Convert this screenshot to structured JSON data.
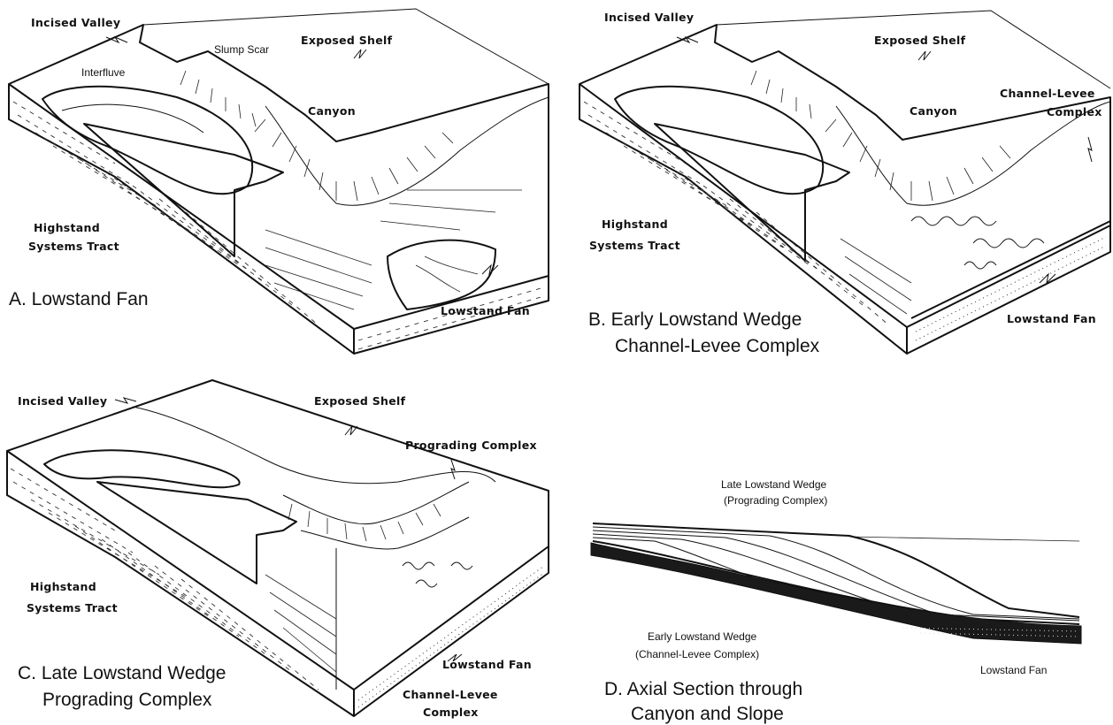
{
  "panel_a": {
    "labels": {
      "incised_valley": "Incised Valley",
      "exposed_shelf": "Exposed Shelf",
      "slump_scar": "Slump Scar",
      "interfluve": "Interfluve",
      "canyon": "Canyon",
      "highstand_1": "Highstand",
      "highstand_2": "Systems Tract",
      "lowstand_fan": "Lowstand Fan"
    },
    "caption_1": "A. Lowstand Fan"
  },
  "panel_b": {
    "labels": {
      "incised_valley": "Incised Valley",
      "exposed_shelf": "Exposed Shelf",
      "channel_levee_1": "Channel-Levee",
      "channel_levee_2": "Complex",
      "canyon": "Canyon",
      "highstand_1": "Highstand",
      "highstand_2": "Systems Tract",
      "lowstand_fan": "Lowstand Fan"
    },
    "caption_1": "B. Early Lowstand Wedge",
    "caption_2": "Channel-Levee Complex"
  },
  "panel_c": {
    "labels": {
      "incised_valley": "Incised Valley",
      "exposed_shelf": "Exposed Shelf",
      "prograding_complex": "Prograding Complex",
      "highstand_1": "Highstand",
      "highstand_2": "Systems Tract",
      "lowstand_fan": "Lowstand Fan",
      "channel_levee_1": "Channel-Levee",
      "channel_levee_2": "Complex"
    },
    "caption_1": "C. Late Lowstand Wedge",
    "caption_2": "Prograding Complex"
  },
  "panel_d": {
    "labels": {
      "late_wedge_1": "Late Lowstand Wedge",
      "late_wedge_2": "(Prograding Complex)",
      "early_wedge_1": "Early Lowstand Wedge",
      "early_wedge_2": "(Channel-Levee Complex)",
      "lowstand_fan": "Lowstand Fan"
    },
    "caption_1": "D. Axial Section through",
    "caption_2": "Canyon and Slope"
  }
}
